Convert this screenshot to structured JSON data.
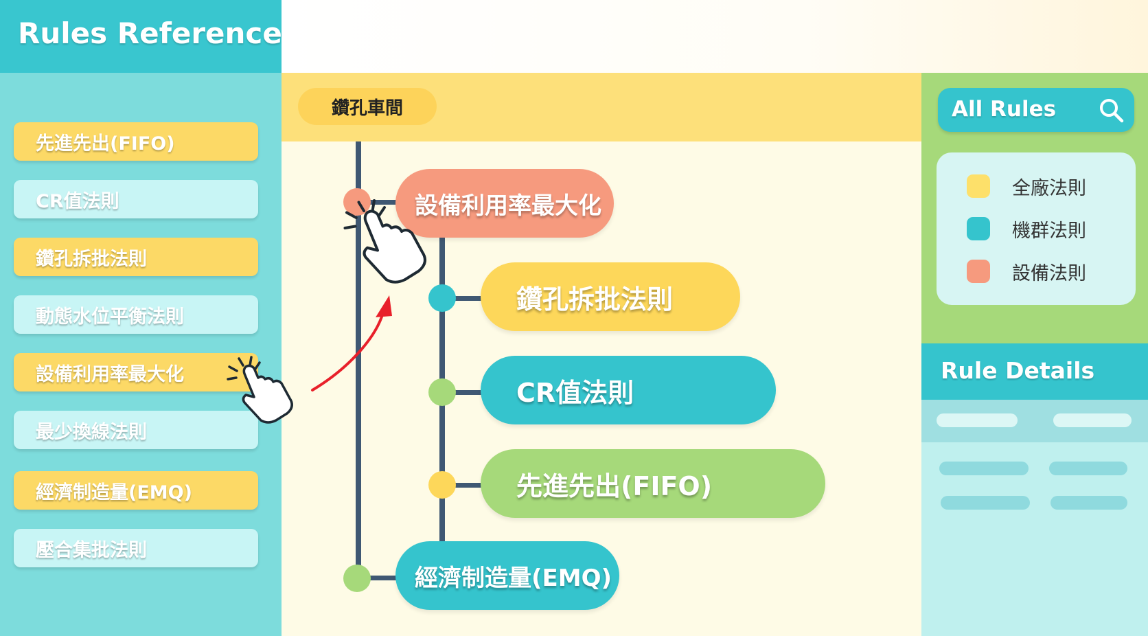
{
  "app": {
    "title": "Rules Reference"
  },
  "sidebar": {
    "items": [
      {
        "label": "先進先出(FIFO)",
        "color": "#fcd966"
      },
      {
        "label": "CR值法則",
        "color": "#c8f5f5"
      },
      {
        "label": "鑽孔拆批法則",
        "color": "#fcd966"
      },
      {
        "label": "動態水位平衡法則",
        "color": "#c8f5f5"
      },
      {
        "label": "設備利用率最大化",
        "color": "#fcd966",
        "selected": true
      },
      {
        "label": "最少換線法則",
        "color": "#c8f5f5"
      },
      {
        "label": "經濟制造量(EMQ)",
        "color": "#fcd966"
      },
      {
        "label": "壓合集批法則",
        "color": "#c8f5f5"
      }
    ]
  },
  "workshop": {
    "tab_label": "鑽孔車間"
  },
  "tree": {
    "root_node": {
      "label": "設備利用率最大化",
      "color": "#f69a7e",
      "dot_color": "#f69a7e"
    },
    "children": [
      {
        "label": "鑽孔拆批法則",
        "color": "#fdd75a",
        "dot_color": "#35c4cd"
      },
      {
        "label": "CR值法則",
        "color": "#35c4cd",
        "dot_color": "#a6d97a"
      },
      {
        "label": "先進先出(FIFO)",
        "color": "#a6d97a",
        "dot_color": "#fdd75a"
      }
    ],
    "bottom_node": {
      "label": "經濟制造量(EMQ)",
      "color": "#35c4cd",
      "dot_color": "#a6d97a"
    }
  },
  "search": {
    "label": "All Rules",
    "icon": "search-icon"
  },
  "legend": {
    "items": [
      {
        "label": "全廠法則",
        "color": "#fde06a"
      },
      {
        "label": "機群法則",
        "color": "#35c4cd"
      },
      {
        "label": "設備法則",
        "color": "#f69a7e"
      }
    ]
  },
  "details": {
    "title": "Rule Details"
  },
  "annotations": {
    "arrow_color": "#e8202a",
    "cursor_icon": "pointing-hand-cursor-icon"
  }
}
